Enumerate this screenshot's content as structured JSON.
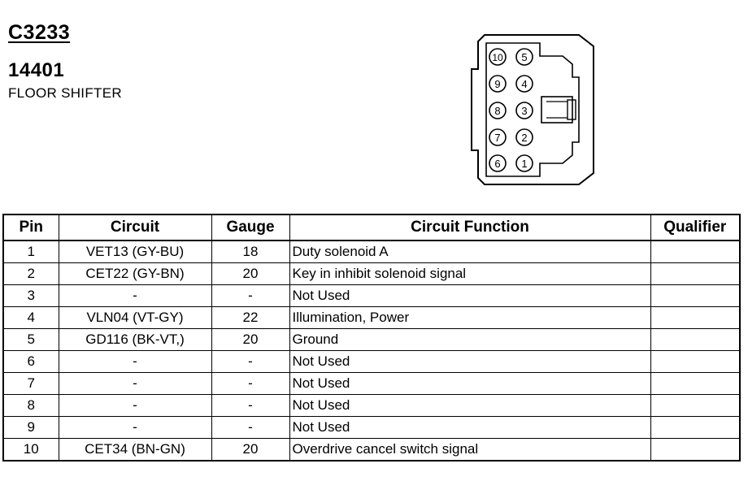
{
  "connector": {
    "id": "C3233",
    "part_number": "14401",
    "description": "FLOOR SHIFTER"
  },
  "diagram": {
    "pin_labels": [
      "10",
      "5",
      "9",
      "4",
      "8",
      "3",
      "7",
      "2",
      "6",
      "1"
    ]
  },
  "table": {
    "headers": {
      "pin": "Pin",
      "circuit": "Circuit",
      "gauge": "Gauge",
      "function": "Circuit Function",
      "qualifier": "Qualifier"
    },
    "rows": [
      {
        "pin": "1",
        "circuit": "VET13 (GY-BU)",
        "gauge": "18",
        "function": "Duty solenoid A",
        "qualifier": ""
      },
      {
        "pin": "2",
        "circuit": "CET22 (GY-BN)",
        "gauge": "20",
        "function": "Key in inhibit solenoid signal",
        "qualifier": ""
      },
      {
        "pin": "3",
        "circuit": "-",
        "gauge": "-",
        "function": "Not Used",
        "qualifier": ""
      },
      {
        "pin": "4",
        "circuit": "VLN04 (VT-GY)",
        "gauge": "22",
        "function": "Illumination, Power",
        "qualifier": ""
      },
      {
        "pin": "5",
        "circuit": "GD116 (BK-VT,)",
        "gauge": "20",
        "function": "Ground",
        "qualifier": ""
      },
      {
        "pin": "6",
        "circuit": "-",
        "gauge": "-",
        "function": "Not Used",
        "qualifier": ""
      },
      {
        "pin": "7",
        "circuit": "-",
        "gauge": "-",
        "function": "Not Used",
        "qualifier": ""
      },
      {
        "pin": "8",
        "circuit": "-",
        "gauge": "-",
        "function": "Not Used",
        "qualifier": ""
      },
      {
        "pin": "9",
        "circuit": "-",
        "gauge": "-",
        "function": "Not Used",
        "qualifier": ""
      },
      {
        "pin": "10",
        "circuit": "CET34 (BN-GN)",
        "gauge": "20",
        "function": "Overdrive cancel switch signal",
        "qualifier": ""
      }
    ]
  }
}
